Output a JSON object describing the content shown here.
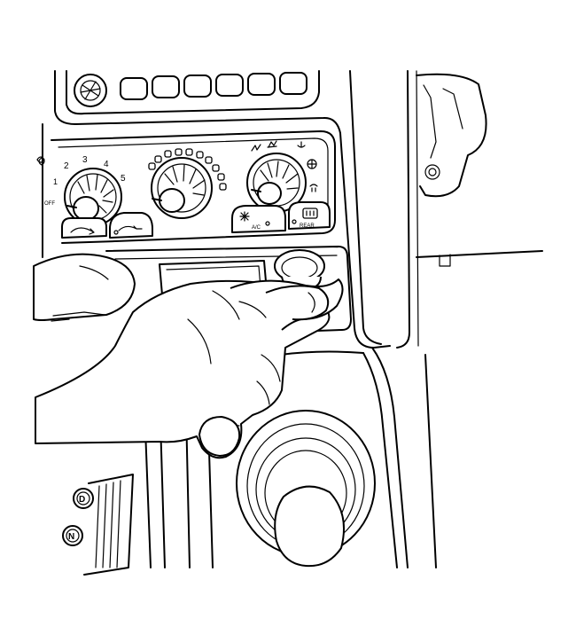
{
  "colors": {
    "line": "#000000",
    "paper": "#ffffff"
  },
  "icons": [
    "fan-icon",
    "vent-icon",
    "defrost-icon",
    "ac-snowflake-icon",
    "rear-defog-icon",
    "floor-heat-icon",
    "windshield-heat-icon"
  ],
  "fan_knob": {
    "label_1": "1",
    "label_2": "2",
    "label_3": "3",
    "label_4": "4",
    "label_5": "5",
    "label_off": "OFF"
  },
  "buttons": {
    "ac": "A/C",
    "rear": "REAR"
  },
  "shifter": {
    "drive": "D",
    "neutral": "N"
  }
}
